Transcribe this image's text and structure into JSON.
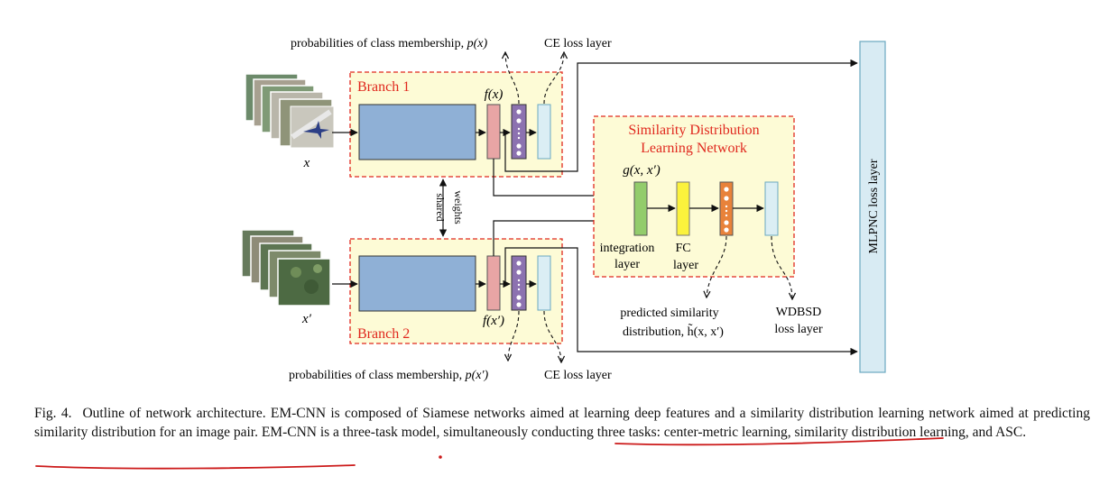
{
  "figure": {
    "label_top_prob": "probabilities of class membership, ",
    "label_top_prob_math": "p(x)",
    "label_top_ce": "CE loss layer",
    "label_bottom_prob": "probabilities of class membership, ",
    "label_bottom_prob_math": "p(x′)",
    "label_bottom_ce": "CE loss layer",
    "branch1_title": "Branch 1",
    "branch2_title": "Branch 2",
    "fx_label": "f(x)",
    "fx2_label": "f(x′)",
    "input1_label": "x",
    "input2_label": "x′",
    "shared_label": "shared",
    "weights_label": "weights",
    "sdln_title_line1": "Similarity Distribution",
    "sdln_title_line2": "Learning Network",
    "gx_label": "g(x, x′)",
    "integration_line1": "integration",
    "integration_line2": "layer",
    "fc_line1": "FC",
    "fc_line2": "layer",
    "pred_line1": "predicted similarity",
    "pred_line2": "distribution, h̃(x, x′)",
    "wdbsd_line1": "WDBSD",
    "wdbsd_line2": "loss layer",
    "mlpnc_label": "MLPNC loss layer"
  },
  "caption": {
    "fig_label": "Fig. 4.",
    "text": "Outline of network architecture. EM-CNN is composed of Siamese networks aimed at learning deep features and a similarity distribution learning network aimed at predicting similarity distribution for an image pair. EM-CNN is a three-task model, simultaneously conducting three tasks: center-metric learning, similarity distribution learning, and ASC."
  },
  "colors": {
    "branch_fill": "#fdfbd6",
    "dashed_red": "#e0281e",
    "cnn_block": "#8fb0d6",
    "feature_pink": "#e8a5a5",
    "prob_purple": "#8c72b0",
    "ce_cyan": "#dbeef4",
    "green_layer": "#93cc6b",
    "yellow_layer": "#fbf23c",
    "orange_layer": "#e8823a",
    "mlpnc_fill": "#d8ebf3",
    "underline": "#cc1a1a"
  }
}
